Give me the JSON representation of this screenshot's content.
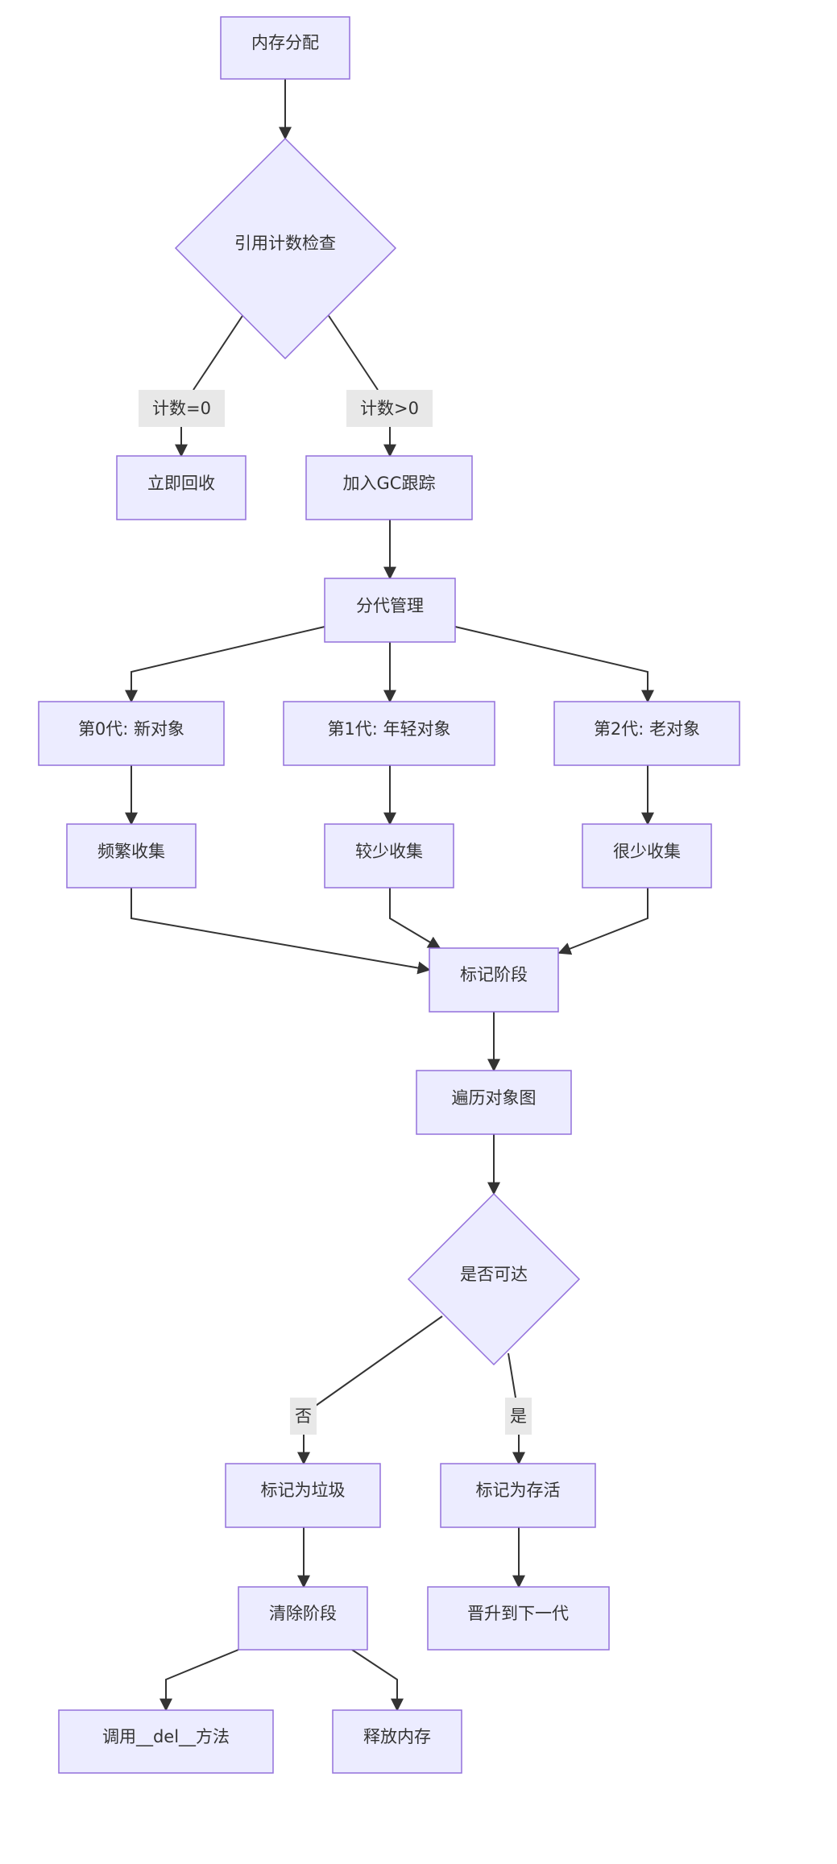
{
  "colors": {
    "node_fill": "#ECECFF",
    "node_stroke": "#9370DB",
    "edge": "#333333",
    "label_bg": "#E8E8E8",
    "text": "#333333"
  },
  "nodes": {
    "mem_alloc": "内存分配",
    "refcount_check": "引用计数检查",
    "immediate_reclaim": "立即回收",
    "add_gc_tracking": "加入GC跟踪",
    "generational": "分代管理",
    "gen0": "第0代: 新对象",
    "gen1": "第1代: 年轻对象",
    "gen2": "第2代: 老对象",
    "frequent": "频繁收集",
    "less": "较少收集",
    "rare": "很少收集",
    "mark_phase": "标记阶段",
    "traverse": "遍历对象图",
    "reachable": "是否可达",
    "mark_garbage": "标记为垃圾",
    "mark_alive": "标记为存活",
    "sweep_phase": "清除阶段",
    "promote": "晋升到下一代",
    "call_del": "调用__del__方法",
    "free_mem": "释放内存"
  },
  "edge_labels": {
    "count_zero": "计数=0",
    "count_pos": "计数>0",
    "no": "否",
    "yes": "是"
  }
}
